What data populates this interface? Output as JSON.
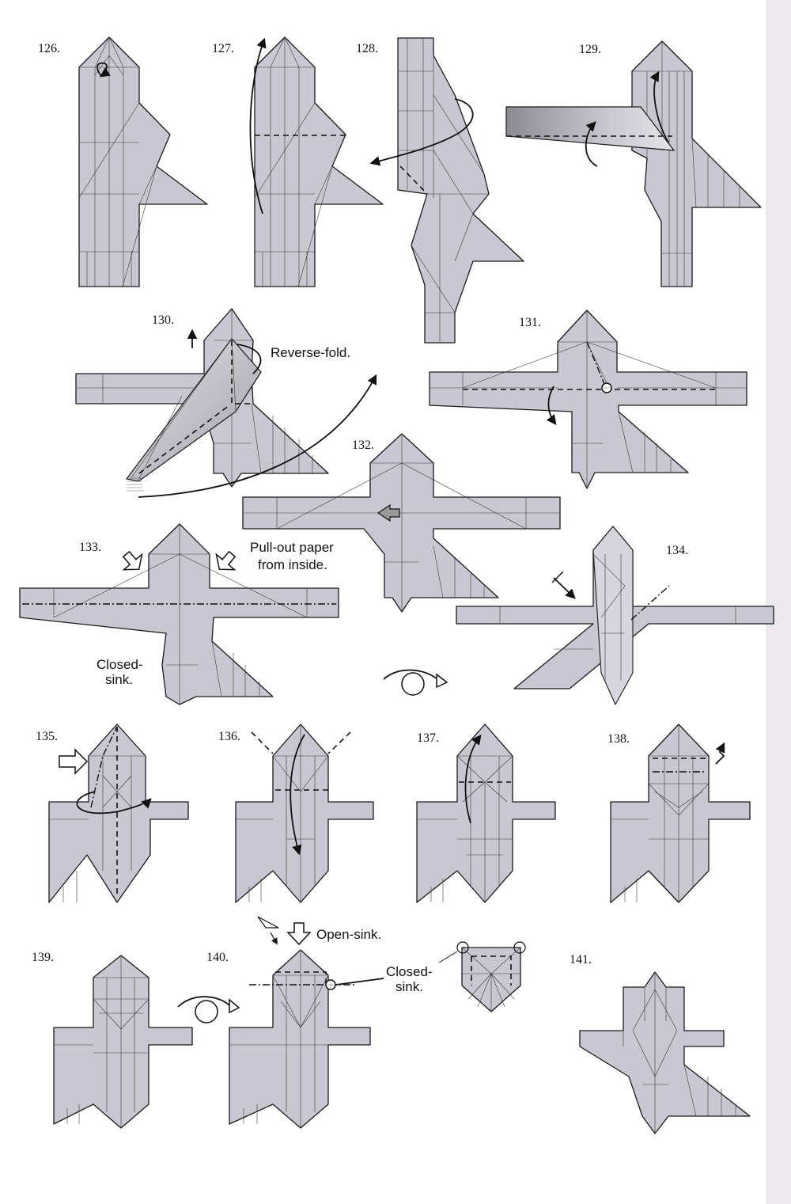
{
  "steps": [
    {
      "number": "126."
    },
    {
      "number": "127."
    },
    {
      "number": "128."
    },
    {
      "number": "129."
    },
    {
      "number": "130."
    },
    {
      "number": "131."
    },
    {
      "number": "132."
    },
    {
      "number": "133."
    },
    {
      "number": "134."
    },
    {
      "number": "135."
    },
    {
      "number": "136."
    },
    {
      "number": "137."
    },
    {
      "number": "138."
    },
    {
      "number": "139."
    },
    {
      "number": "140."
    },
    {
      "number": "141."
    }
  ],
  "annotations": {
    "reverse_fold": "Reverse-fold.",
    "pull_out_line1": "Pull-out paper",
    "pull_out_line2": "from inside.",
    "closed_sink_133_line1": "Closed-",
    "closed_sink_133_line2": "sink.",
    "open_sink": "Open-sink.",
    "closed_sink_140_line1": "Closed-",
    "closed_sink_140_line2": "sink."
  },
  "colors": {
    "paper": "#c9c7d2",
    "line": "#1a1a1a"
  }
}
